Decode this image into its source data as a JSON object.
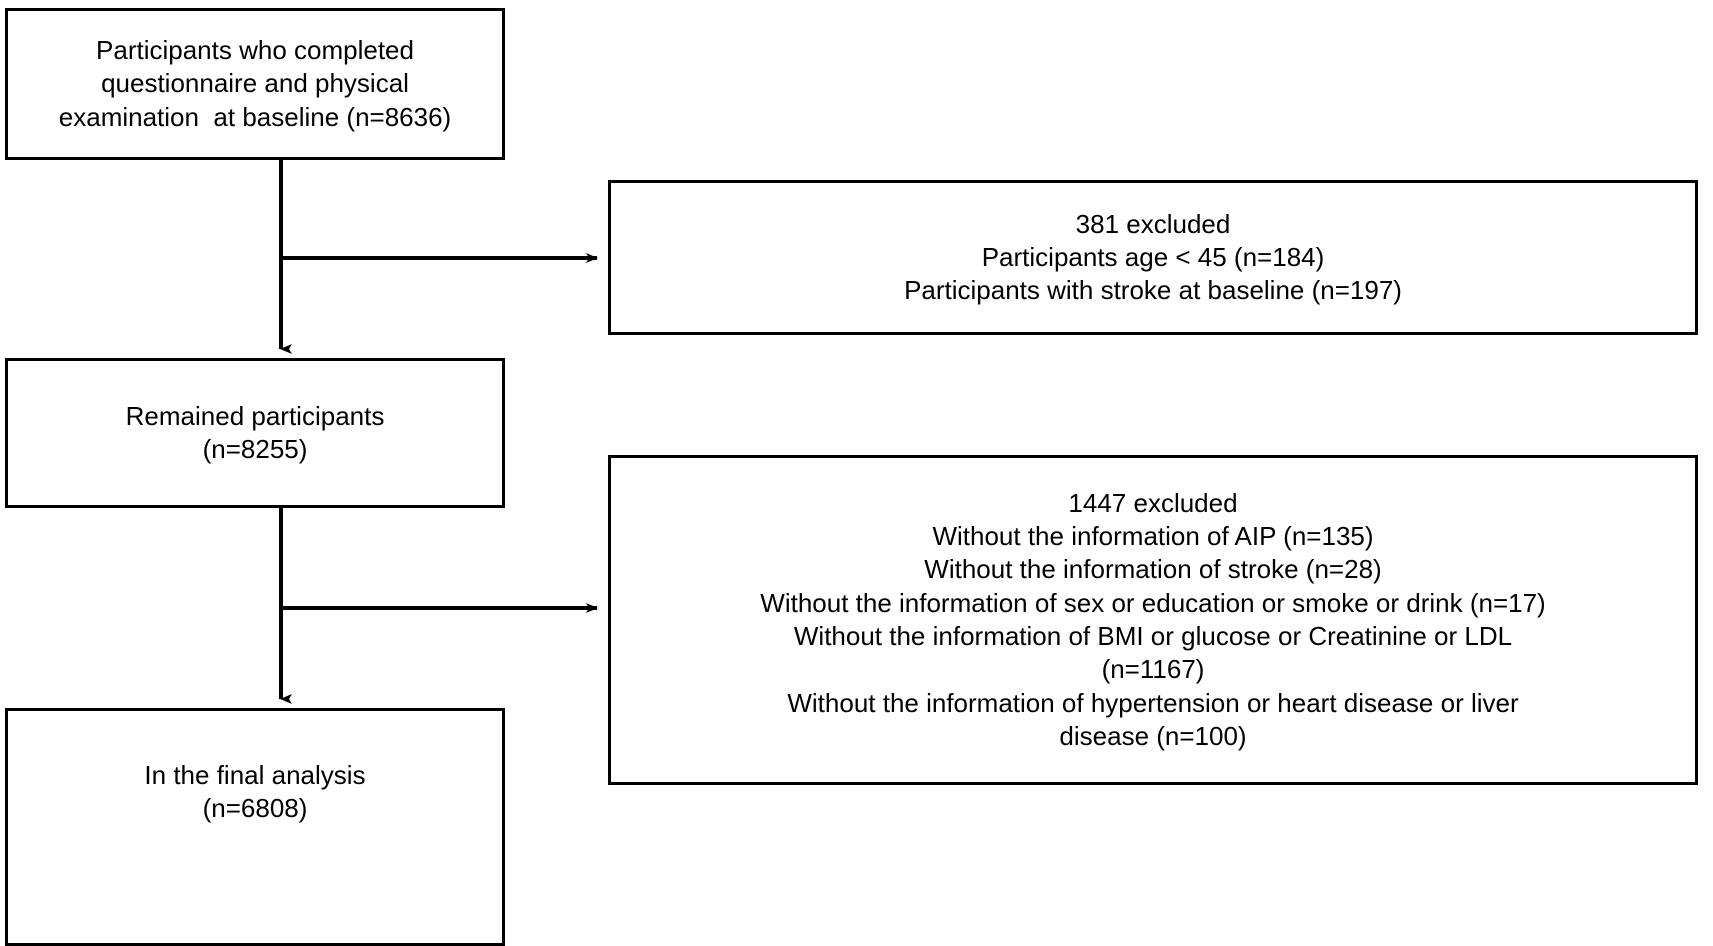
{
  "figure": {
    "type": "flowchart",
    "orientation": "top-to-bottom with right-side exclusion branches",
    "background_color": "#ffffff",
    "stroke_color": "#000000",
    "text_color": "#000000"
  },
  "nodes": {
    "baseline": {
      "id": "participants-baseline",
      "lines": [
        "Participants who completed",
        "questionnaire and physical",
        "examination  at baseline (n=8636)"
      ],
      "n": 8636
    },
    "remained": {
      "id": "remained-participants",
      "lines": [
        "Remained participants",
        "(n=8255)"
      ],
      "n": 8255
    },
    "final": {
      "id": "final-analysis",
      "lines": [
        "In the final analysis",
        "(n=6808)"
      ],
      "n": 6808
    },
    "excluded_1": {
      "id": "first-exclusion",
      "total": 381,
      "lines": [
        "381 excluded",
        "Participants age < 45 (n=184)",
        "Participants with stroke at baseline (n=197)"
      ],
      "reasons": [
        {
          "label": "Participants age < 45",
          "n": 184
        },
        {
          "label": "Participants with stroke at baseline",
          "n": 197
        }
      ]
    },
    "excluded_2": {
      "id": "second-exclusion",
      "total": 1447,
      "lines": [
        "1447 excluded",
        "Without the information of AIP (n=135)",
        "Without the information of stroke (n=28)",
        "Without the information of sex or education or smoke or drink (n=17)",
        "Without the information of BMI or glucose or Creatinine or LDL",
        "(n=1167)",
        "Without the information of hypertension or heart disease or liver",
        "disease (n=100)"
      ],
      "reasons": [
        {
          "label": "Without the information of AIP",
          "n": 135
        },
        {
          "label": "Without the information of stroke",
          "n": 28
        },
        {
          "label": "Without the information of sex or education or smoke or drink",
          "n": 17
        },
        {
          "label": "Without the information of BMI or glucose or Creatinine or LDL",
          "n": 1167
        },
        {
          "label": "Without the information of hypertension or heart disease or liver disease",
          "n": 100
        }
      ]
    }
  },
  "connectors": [
    {
      "id": "baseline-to-remained",
      "from": "baseline",
      "to": "remained",
      "style": "vertical-arrow"
    },
    {
      "id": "baseline-to-excluded-1",
      "from": "baseline",
      "to": "excluded_1",
      "style": "horizontal-branch-arrow"
    },
    {
      "id": "remained-to-final",
      "from": "remained",
      "to": "final",
      "style": "vertical-arrow"
    },
    {
      "id": "remained-to-excluded-2",
      "from": "remained",
      "to": "excluded_2",
      "style": "horizontal-branch-arrow"
    }
  ]
}
